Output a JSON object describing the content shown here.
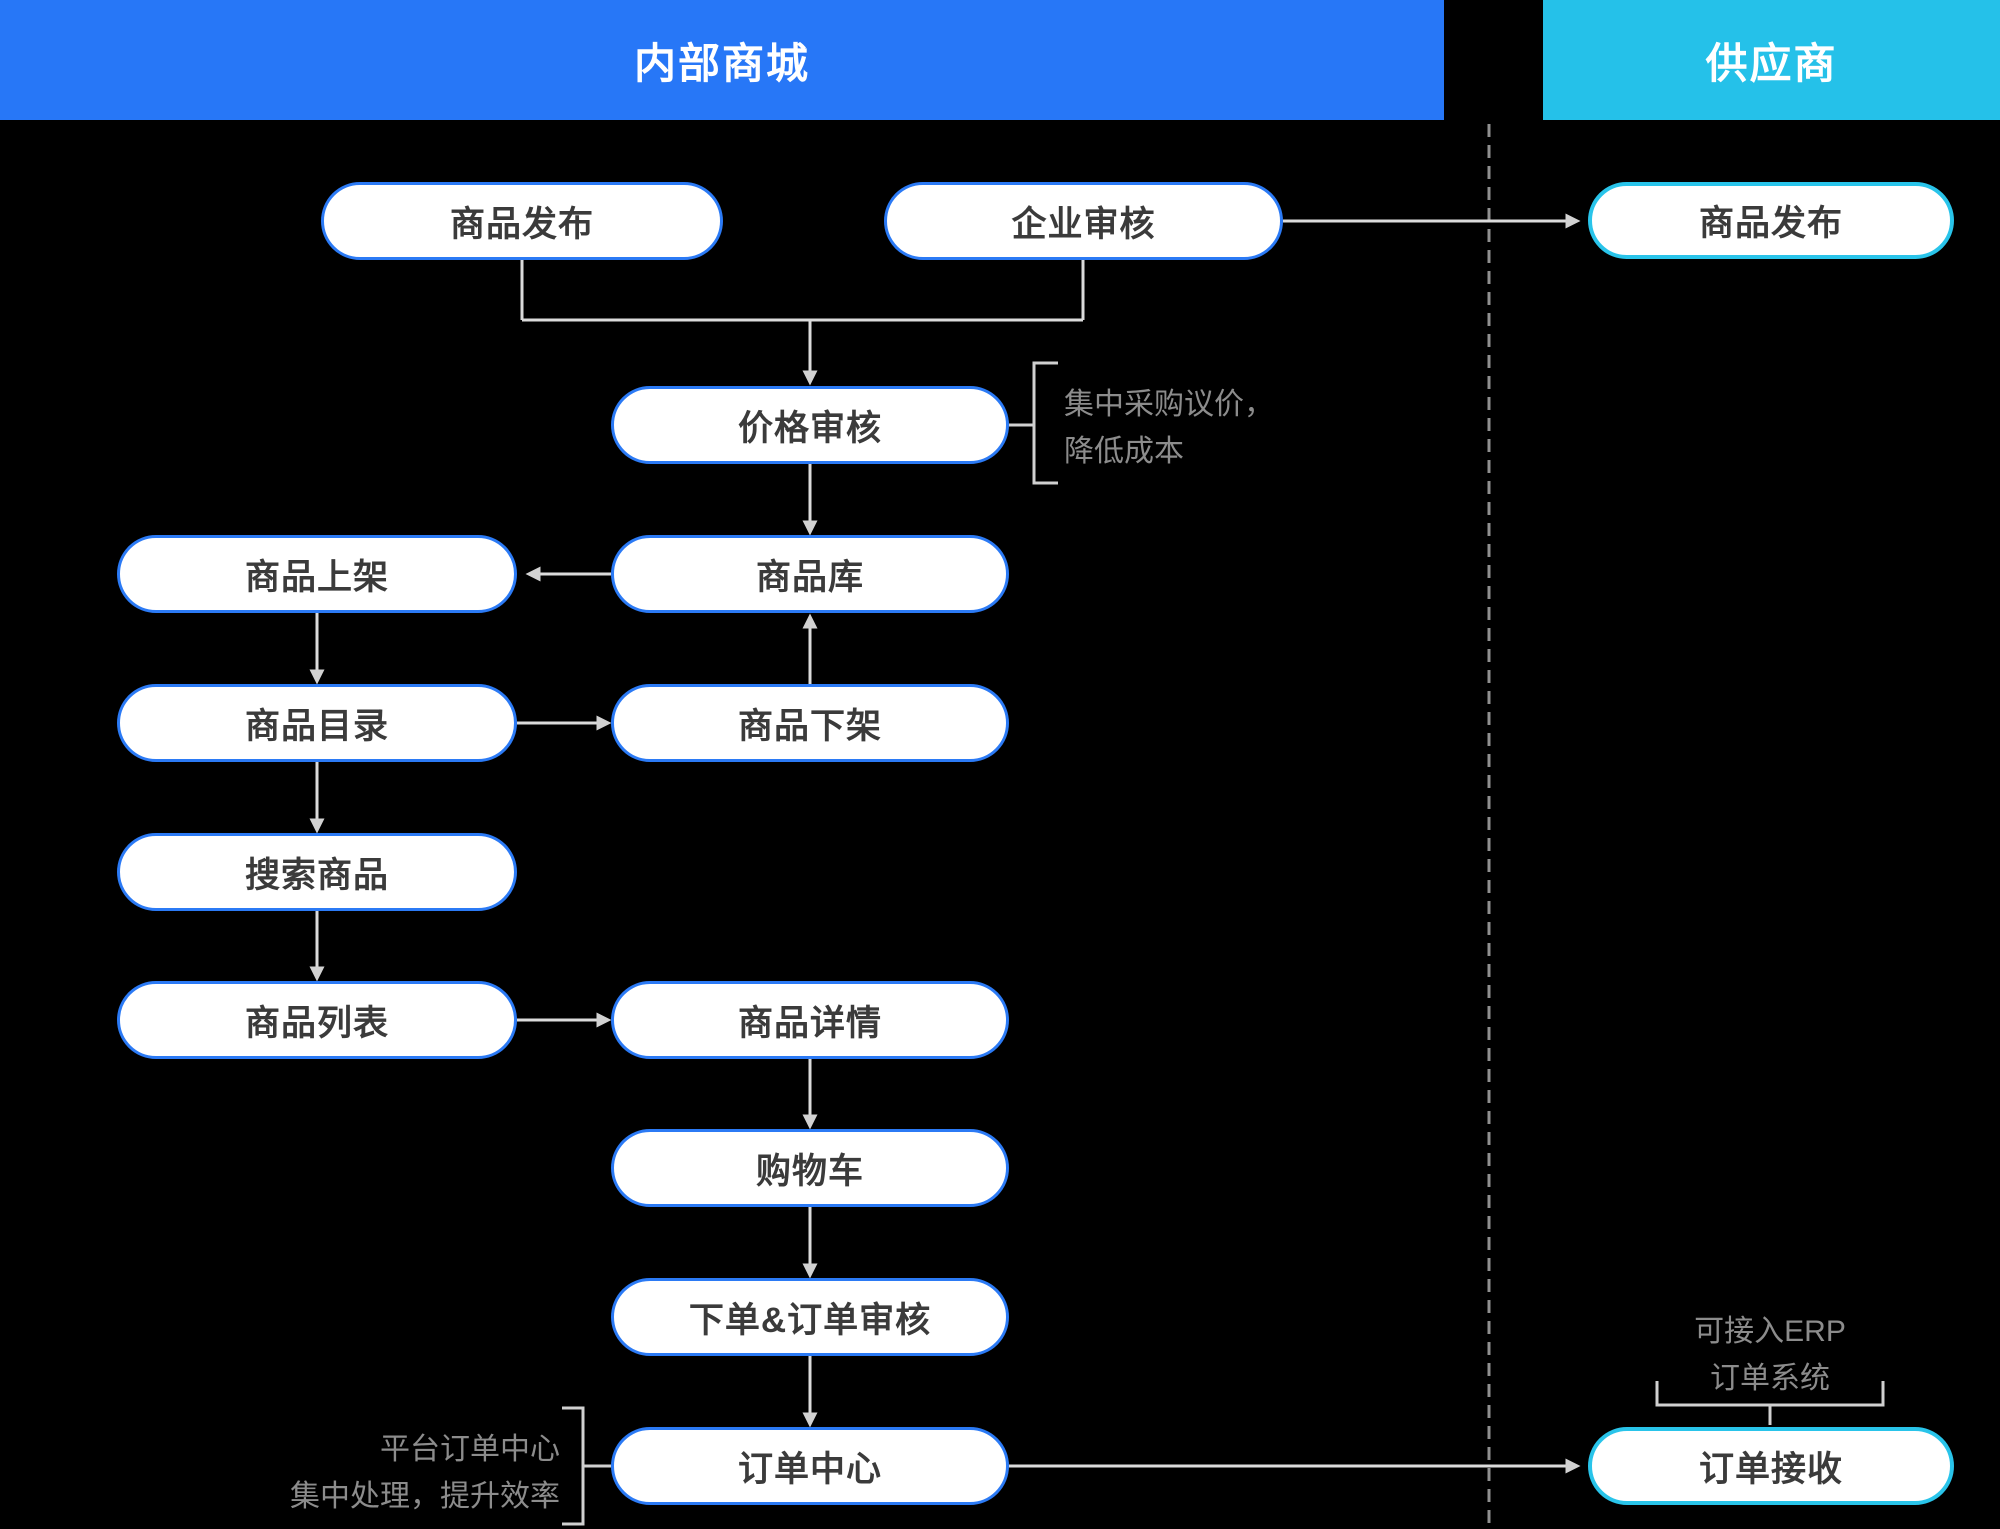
{
  "header": {
    "internal_label": "内部商城",
    "supplier_label": "供应商"
  },
  "nodes": {
    "product_publish_internal": "商品发布",
    "enterprise_review": "企业审核",
    "product_publish_supplier": "商品发布",
    "price_review": "价格审核",
    "product_library": "商品库",
    "product_listing": "商品上架",
    "product_catalog": "商品目录",
    "product_delisting": "商品下架",
    "product_search": "搜索商品",
    "product_list": "商品列表",
    "product_detail": "商品详情",
    "shopping_cart": "购物车",
    "order_and_review": "下单&订单审核",
    "order_center": "订单中心",
    "order_receive": "订单接收"
  },
  "annotations": {
    "price_note_line1": "集中采购议价，",
    "price_note_line2": "降低成本",
    "order_note_line1": "平台订单中心",
    "order_note_line2": "集中处理，提升效率",
    "erp_note_line1": "可接入ERP",
    "erp_note_line2": "订单系统"
  },
  "colors": {
    "canvas_bg": "#000000",
    "internal_header": "#2777f7",
    "supplier_header": "#25c1e9",
    "internal_border": "#2b7af5",
    "supplier_border": "#29c4ea",
    "pill_fill": "#ffffff",
    "pill_text": "#3b3b3b",
    "arrow_line": "#dbdbdb",
    "arrow_head": "#d2d2d2",
    "bracket_line": "#d0d0d0",
    "divider_line": "#909090",
    "note_text": "#8c8c8c"
  }
}
